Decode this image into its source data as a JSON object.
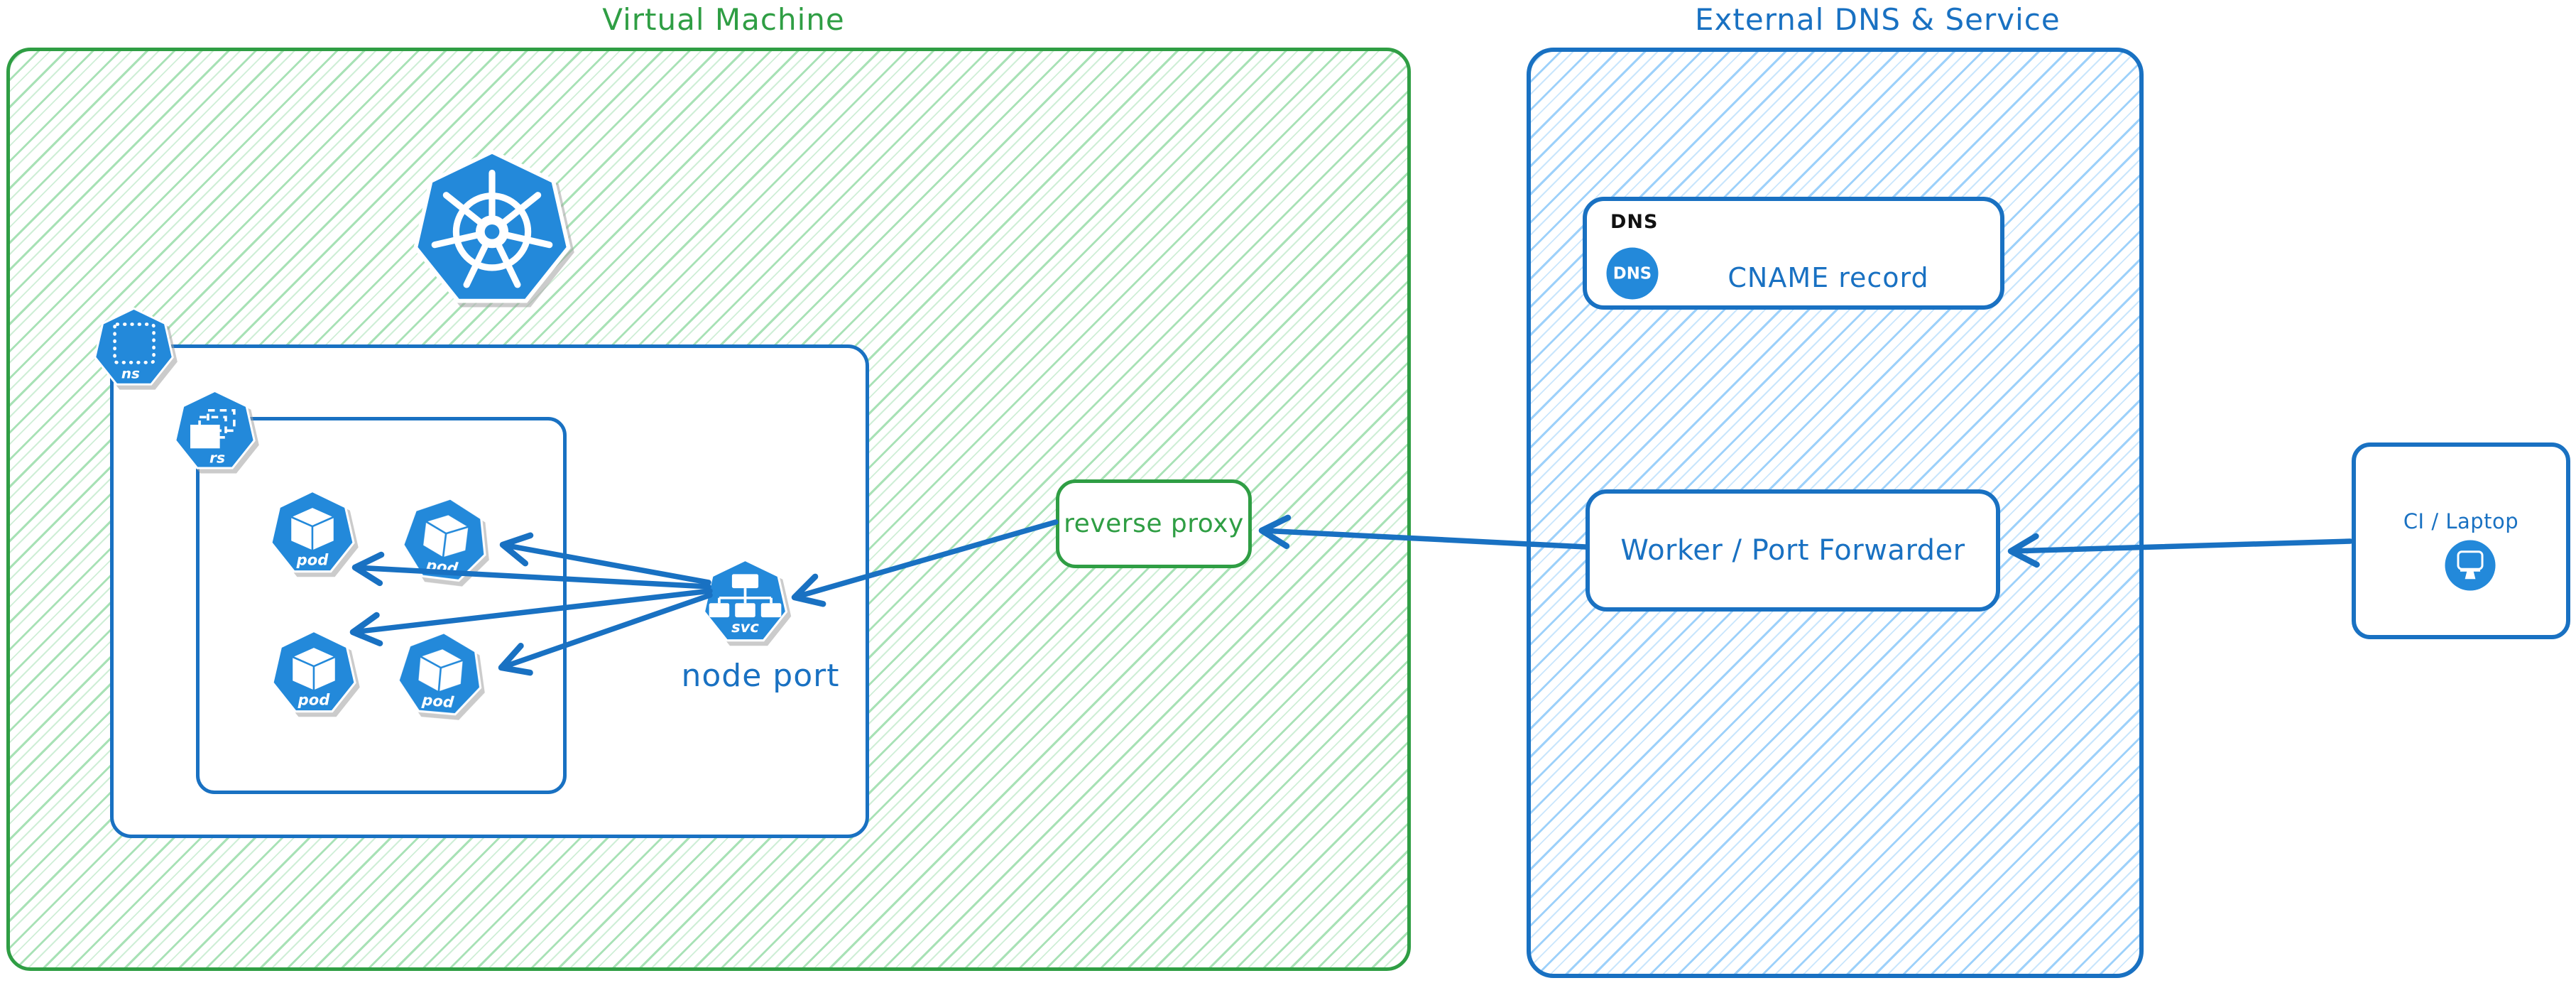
{
  "colors": {
    "green_accent": "#2f9e44",
    "blue_accent": "#1971c2",
    "icon_blue": "#2389da",
    "green_hatch": "#52c46e",
    "blue_hatch": "#4dabf7",
    "text_black": "#111111"
  },
  "vm_section": {
    "title": "Virtual Machine"
  },
  "cluster": {
    "logo_icon": "kubernetes-logo"
  },
  "namespace": {
    "icon_label": "ns"
  },
  "replicaset": {
    "icon_label": "rs"
  },
  "pods": [
    {
      "label": "pod"
    },
    {
      "label": "pod"
    },
    {
      "label": "pod"
    },
    {
      "label": "pod"
    }
  ],
  "service": {
    "icon_label": "svc",
    "caption": "node port"
  },
  "reverse_proxy": {
    "label": "reverse proxy"
  },
  "external_section": {
    "title": "External DNS & Service"
  },
  "dns": {
    "tag": "DNS",
    "badge": "DNS",
    "record": "CNAME record"
  },
  "worker": {
    "label": "Worker / Port Forwarder"
  },
  "client": {
    "label": "CI / Laptop",
    "icon": "monitor-icon"
  }
}
